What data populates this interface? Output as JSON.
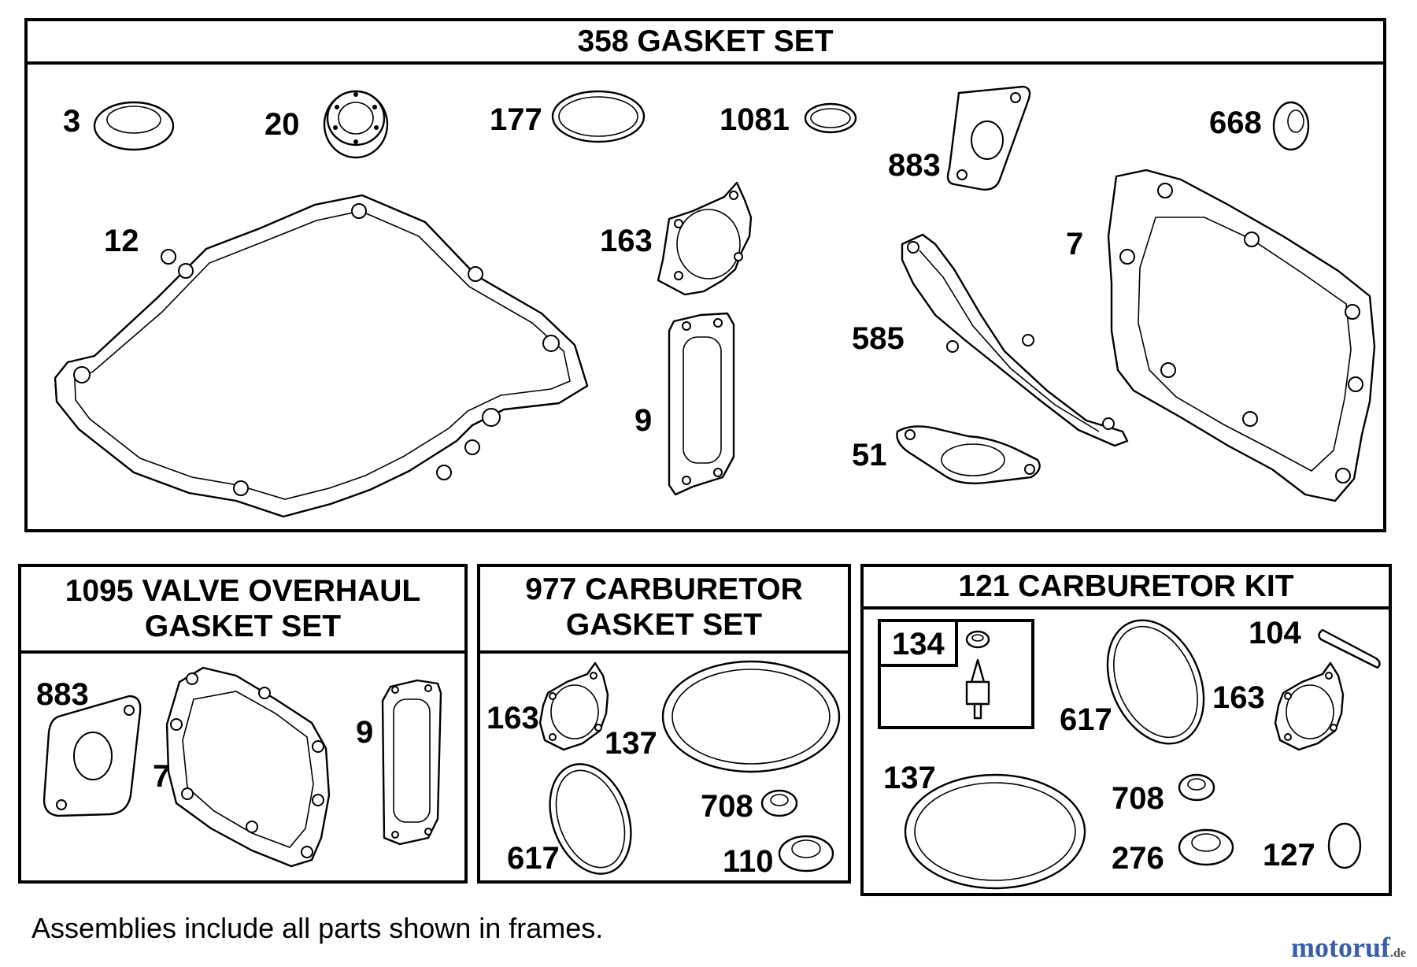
{
  "frames": {
    "gasket_set": {
      "title": "358 GASKET SET"
    },
    "valve_overhaul": {
      "title_line1": "1095 VALVE OVERHAUL",
      "title_line2": "GASKET SET"
    },
    "carb_gasket": {
      "title_line1": "977 CARBURETOR",
      "title_line2": "GASKET SET"
    },
    "carb_kit": {
      "title": "121 CARBURETOR KIT",
      "subframe_label": "134"
    }
  },
  "part_labels": {
    "gasket_set": [
      "3",
      "20",
      "177",
      "1081",
      "883",
      "668",
      "12",
      "163",
      "7",
      "585",
      "9",
      "51"
    ],
    "valve_overhaul": [
      "883",
      "7",
      "9"
    ],
    "carb_gasket": [
      "163",
      "137",
      "617",
      "708",
      "110"
    ],
    "carb_kit": [
      "104",
      "617",
      "163",
      "137",
      "708",
      "276",
      "127"
    ]
  },
  "footnote": "Assemblies include all parts shown in frames.",
  "watermark": {
    "name": "motoruf",
    "tld": ".de"
  }
}
